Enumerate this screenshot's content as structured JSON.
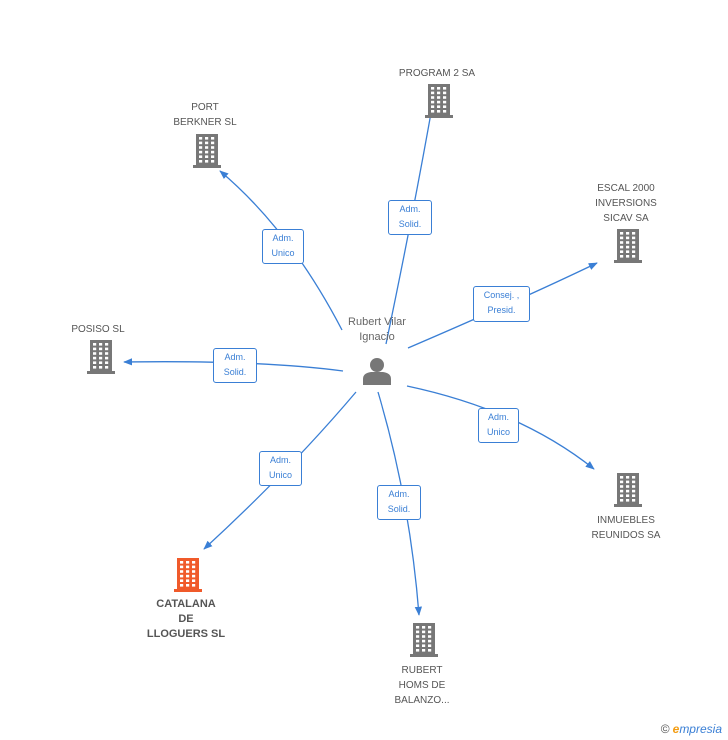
{
  "center": {
    "label": "Rubert Vilar\nIgnacio",
    "icon": "person-icon"
  },
  "nodes": [
    {
      "id": "program2",
      "label": "PROGRAM 2 SA",
      "icon": "building-icon",
      "color": "#777777",
      "focus": false
    },
    {
      "id": "port_berkner",
      "label": "PORT\nBERKNER SL",
      "icon": "building-icon",
      "color": "#777777",
      "focus": false
    },
    {
      "id": "escal2000",
      "label": "ESCAL 2000\nINVERSIONS\nSICAV SA",
      "icon": "building-icon",
      "color": "#777777",
      "focus": false
    },
    {
      "id": "posiso",
      "label": "POSISO SL",
      "icon": "building-icon",
      "color": "#777777",
      "focus": false
    },
    {
      "id": "inmuebles",
      "label": "INMUEBLES\nREUNIDOS SA",
      "icon": "building-icon",
      "color": "#777777",
      "focus": false
    },
    {
      "id": "catalana",
      "label": "CATALANA\nDE\nLLOGUERS SL",
      "icon": "building-icon",
      "color": "#f05a2a",
      "focus": true
    },
    {
      "id": "rubert_homs",
      "label": "RUBERT\nHOMS DE\nBALANZO...",
      "icon": "building-icon",
      "color": "#777777",
      "focus": false
    }
  ],
  "edges": [
    {
      "to": "program2",
      "label": "Adm.\nSolid."
    },
    {
      "to": "port_berkner",
      "label": "Adm.\nUnico"
    },
    {
      "to": "escal2000",
      "label": "Consej. ,\nPresid."
    },
    {
      "to": "posiso",
      "label": "Adm.\nSolid."
    },
    {
      "to": "inmuebles",
      "label": "Adm.\nUnico"
    },
    {
      "to": "catalana",
      "label": "Adm.\nUnico"
    },
    {
      "to": "rubert_homs",
      "label": "Adm.\nSolid."
    }
  ],
  "brand": {
    "copyright": "©",
    "name_initial": "e",
    "name_rest": "mpresia"
  },
  "colors": {
    "edge": "#3a7fd5",
    "person": "#777777"
  }
}
